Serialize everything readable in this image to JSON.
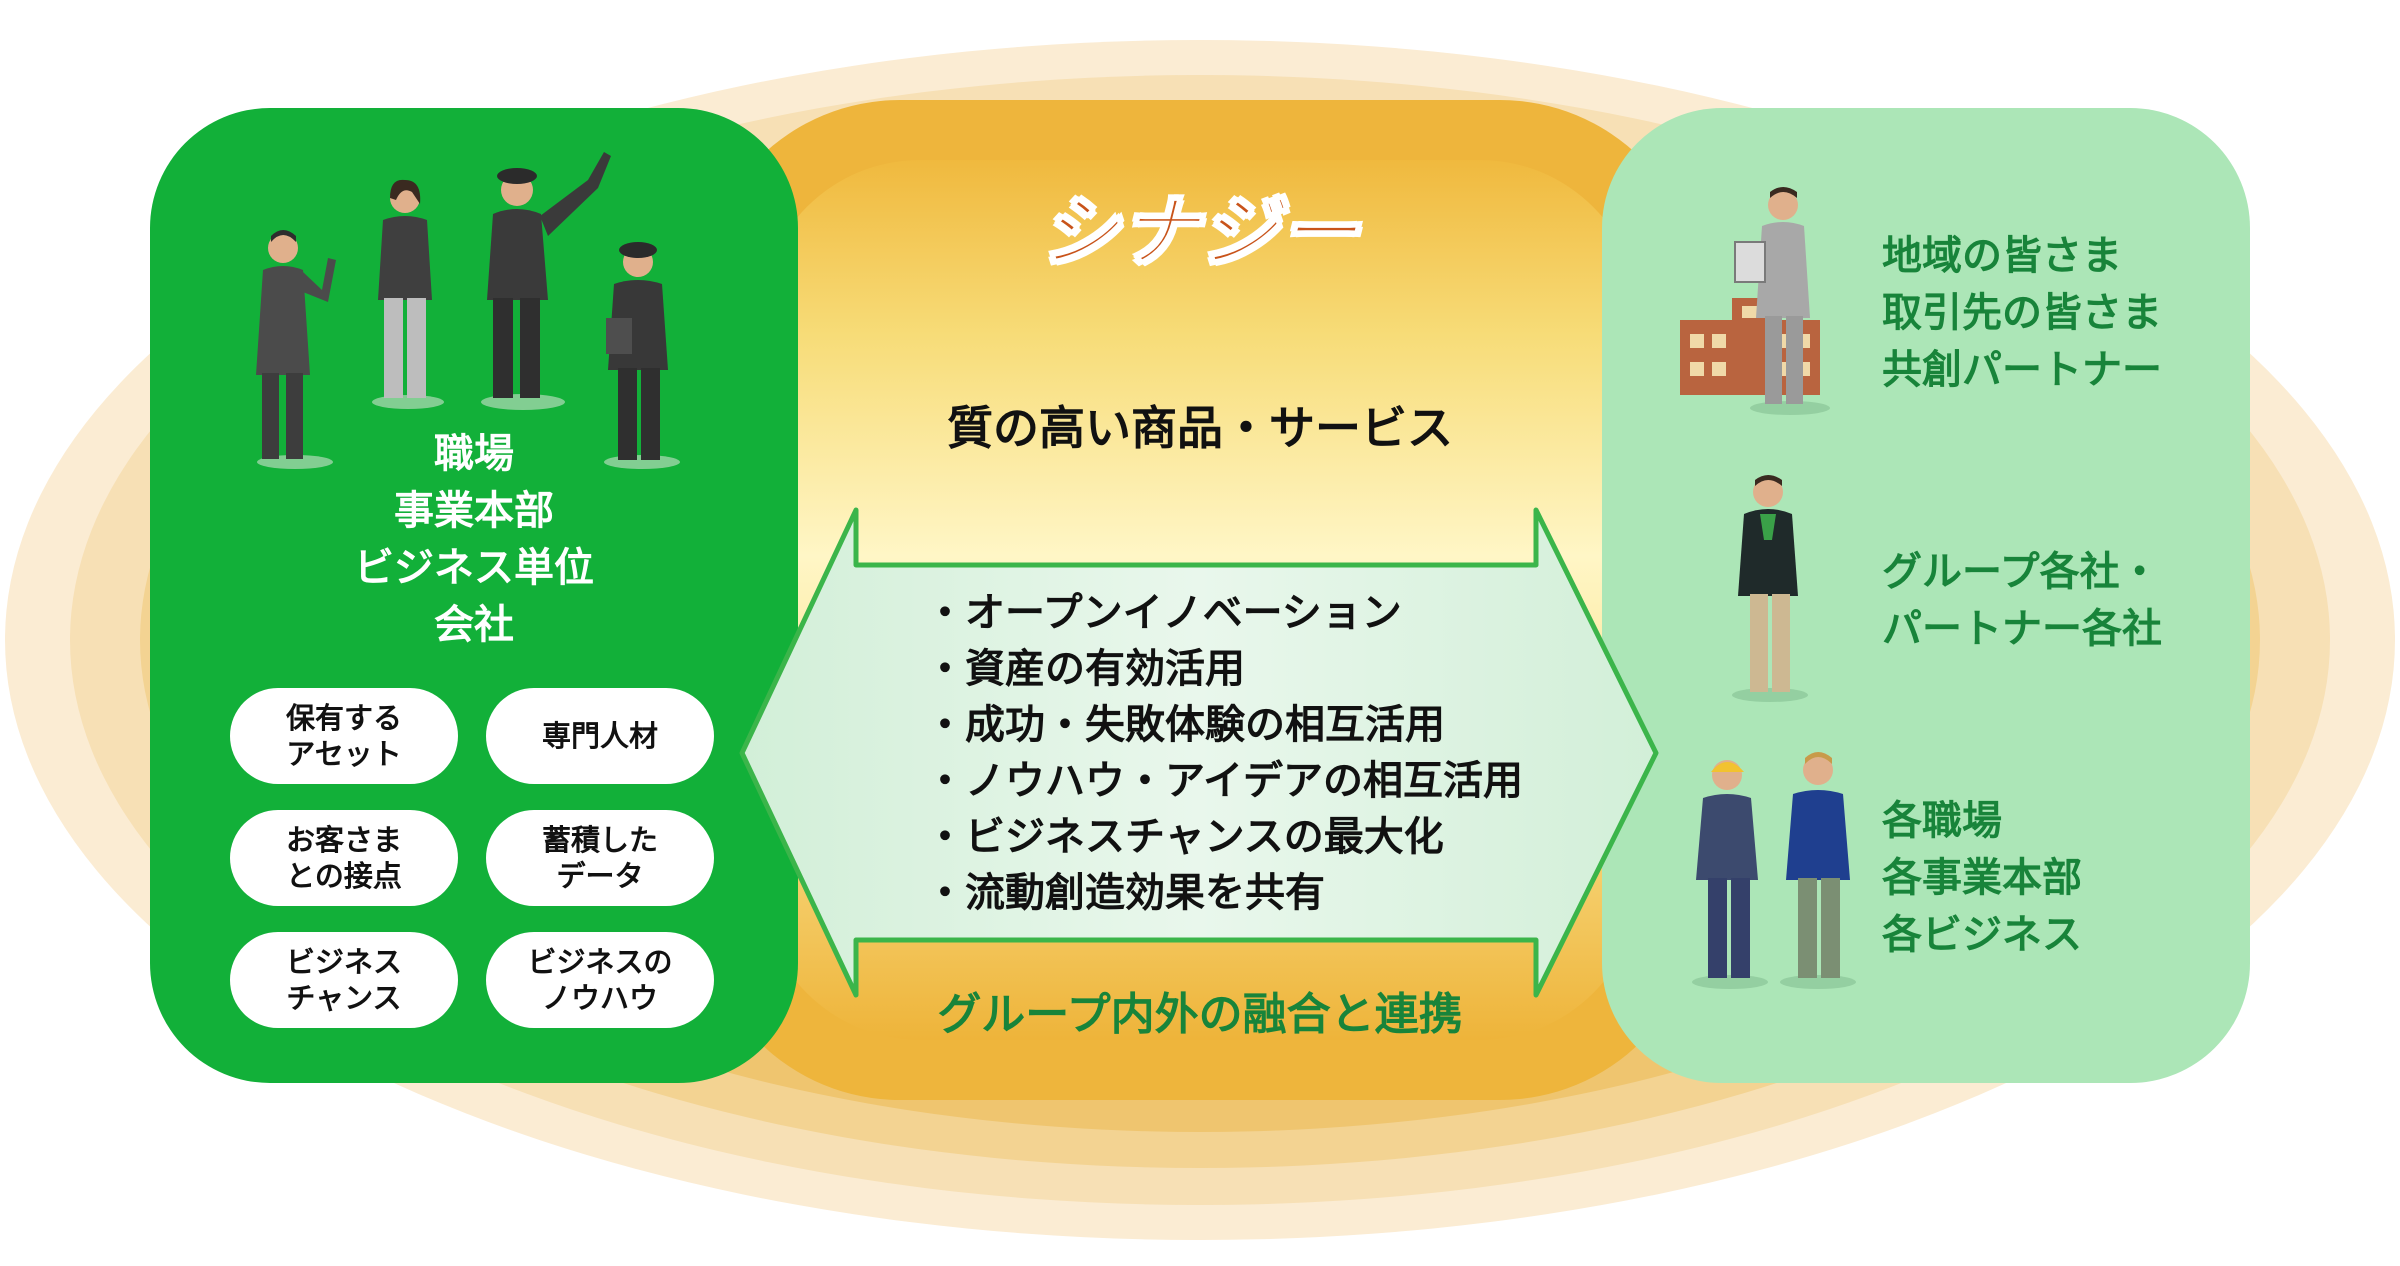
{
  "center": {
    "synergy": "シナジー",
    "quality": "質の高い商品・サービス",
    "bullets": [
      "・オープンイノベーション",
      "・資産の有効活用",
      "・成功・失敗体験の相互活用",
      "・ノウハウ・アイデアの相互活用",
      "・ビジネスチャンスの最大化",
      "・流動創造効果を共有"
    ],
    "fusion": "グループ内外の融合と連携"
  },
  "left": {
    "title_lines": [
      "職場",
      "事業本部",
      "ビジネス単位",
      "会社"
    ],
    "pills": [
      {
        "line1": "保有する",
        "line2": "アセット"
      },
      {
        "line1": "専門人材",
        "line2": ""
      },
      {
        "line1": "お客さま",
        "line2": "との接点"
      },
      {
        "line1": "蓄積した",
        "line2": "データ"
      },
      {
        "line1": "ビジネス",
        "line2": "チャンス"
      },
      {
        "line1": "ビジネスの",
        "line2": "ノウハウ"
      }
    ]
  },
  "right": {
    "groups": [
      {
        "lines": [
          "地域の皆さま",
          "取引先の皆さま",
          "共創パートナー"
        ]
      },
      {
        "lines": [
          "グループ各社・",
          "パートナー各社"
        ]
      },
      {
        "lines": [
          "各職場",
          "各事業本部",
          "各ビジネス"
        ]
      }
    ]
  },
  "colors": {
    "left_panel": "#12b039",
    "right_panel": "#ace6b7",
    "synergy_text": "#c8531a",
    "green_text": "#18843a",
    "arrow_fill": "#dbf2e0",
    "arrow_stroke": "#3bb54a"
  }
}
